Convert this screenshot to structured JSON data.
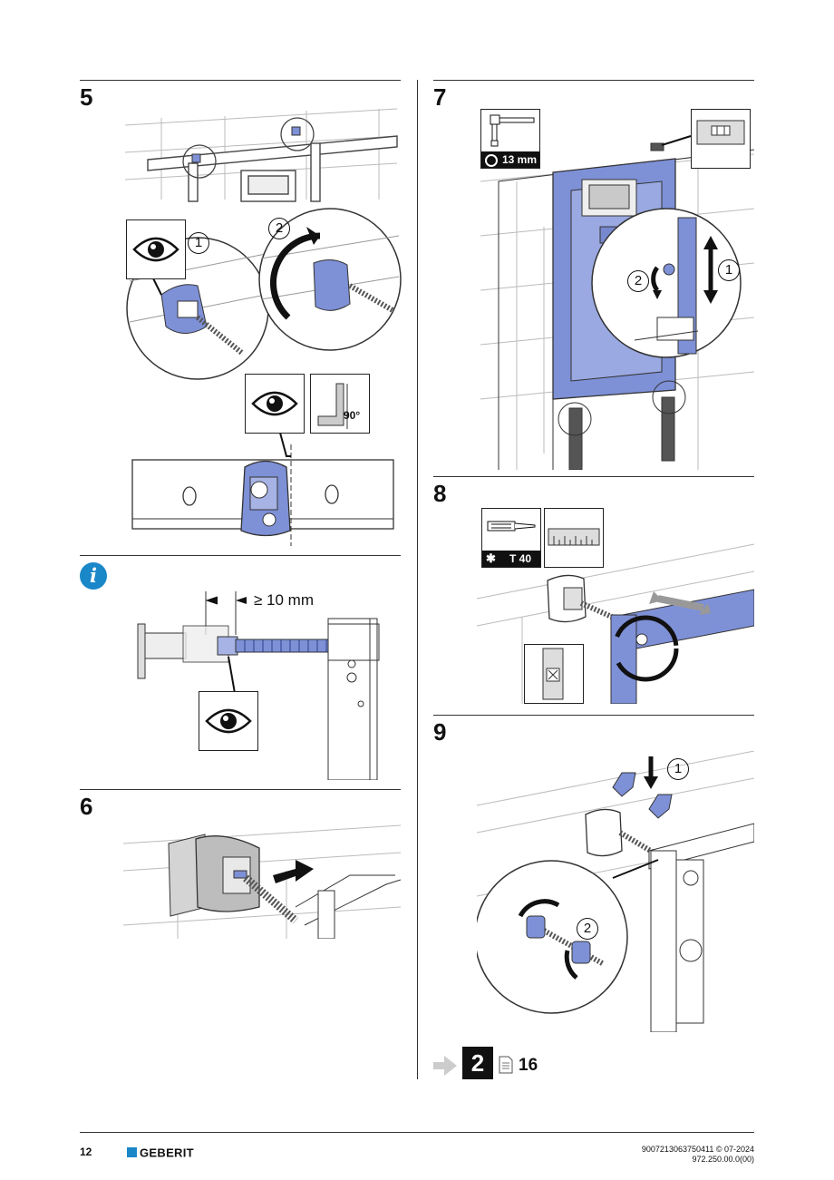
{
  "page": {
    "number": "12",
    "brand": "GEBERIT",
    "doc_code_line1": "9007213063750411 © 07-2024",
    "doc_code_line2": "972.250.00.0(00)"
  },
  "steps": {
    "s5": {
      "number": "5",
      "callout_1": "1",
      "callout_2": "2",
      "angle": "90°"
    },
    "info": {
      "distance": "≥ 10 mm"
    },
    "s6": {
      "number": "6"
    },
    "s7": {
      "number": "7",
      "wrench": "13 mm",
      "callout_1": "1",
      "callout_2": "2"
    },
    "s8": {
      "number": "8",
      "tool": "T 40"
    },
    "s9": {
      "number": "9",
      "callout_1": "1",
      "callout_2": "2"
    }
  },
  "next": {
    "step": "2",
    "page_ref": "16"
  },
  "colors": {
    "blue": "#7e90d6",
    "info_blue": "#1a87c9",
    "line": "#333333"
  },
  "icons": [
    "eye-icon",
    "info-icon",
    "arrow-right-icon",
    "document-icon",
    "socket-wrench-icon",
    "spirit-level-icon",
    "screwdriver-icon",
    "ruler-icon",
    "square-angle-icon"
  ]
}
